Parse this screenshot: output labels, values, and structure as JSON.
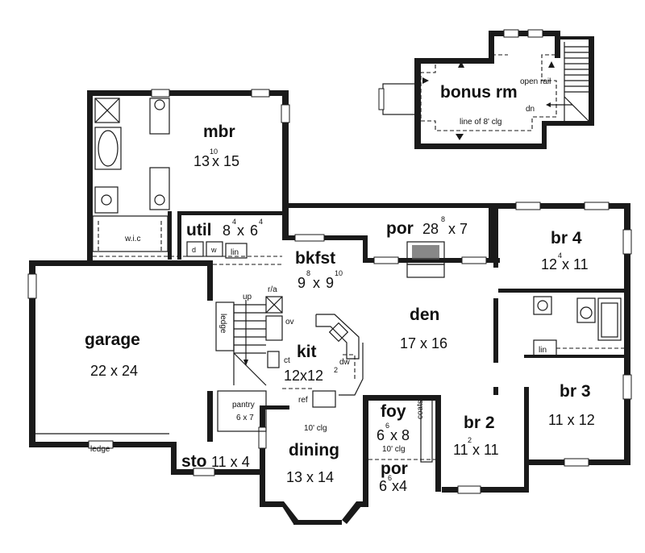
{
  "rooms": {
    "bonus": {
      "name": "bonus rm",
      "open_rail": "open rail",
      "dn": "dn",
      "ceiling": "line of 8' clg"
    },
    "mbr": {
      "name": "mbr",
      "dim_a": "13",
      "dim_a_sup": "10",
      "dim_b": "x 15"
    },
    "wic": {
      "name": "w.i.c"
    },
    "util": {
      "name": "util",
      "dim_a": "8",
      "dim_a_sup": "4",
      "x": "x",
      "dim_b": "6",
      "dim_b_sup": "4",
      "d": "d",
      "w": "w",
      "lin": "lin"
    },
    "por_top": {
      "name": "por",
      "dim_a": "28",
      "dim_a_sup": "8",
      "dim_b": "x 7"
    },
    "bkfst": {
      "name": "bkfst",
      "dim_a": "9",
      "dim_a_sup": "8",
      "x": "x",
      "dim_b": "9",
      "dim_b_sup": "10"
    },
    "br4": {
      "name": "br 4",
      "dim_a": "12",
      "dim_a_sup": "4",
      "dim_b": "x 11"
    },
    "garage": {
      "name": "garage",
      "dim": "22 x 24",
      "ledge": "ledge"
    },
    "stair": {
      "up": "up",
      "ledge": "ledge",
      "ra": "r/a",
      "ov": "ov",
      "ct": "ct"
    },
    "kit": {
      "name": "kit",
      "dim_a": "12x12",
      "dim_sup": "2",
      "dw": "dw",
      "ref": "ref"
    },
    "den": {
      "name": "den",
      "dim": "17 x 16"
    },
    "br3": {
      "name": "br 3",
      "dim": "11 x 12",
      "lin": "lin"
    },
    "pantry": {
      "name": "pantry",
      "dim": "6 x 7"
    },
    "dining": {
      "name": "dining",
      "dim": "13 x 14",
      "ceiling": "10' clg"
    },
    "foy": {
      "name": "foy",
      "dim_a": "6",
      "dim_a_sup": "6",
      "dim_b": "x 8",
      "ceiling": "10' clg",
      "coats": "coats"
    },
    "br2": {
      "name": "br 2",
      "dim_a": "11",
      "dim_a_sup": "2",
      "dim_b": "x 11"
    },
    "sto": {
      "name": "sto",
      "dim": "11 x 4"
    },
    "por_front": {
      "name": "por",
      "dim_a": "6",
      "dim_a_sup": "6",
      "dim_b": "x4"
    }
  }
}
